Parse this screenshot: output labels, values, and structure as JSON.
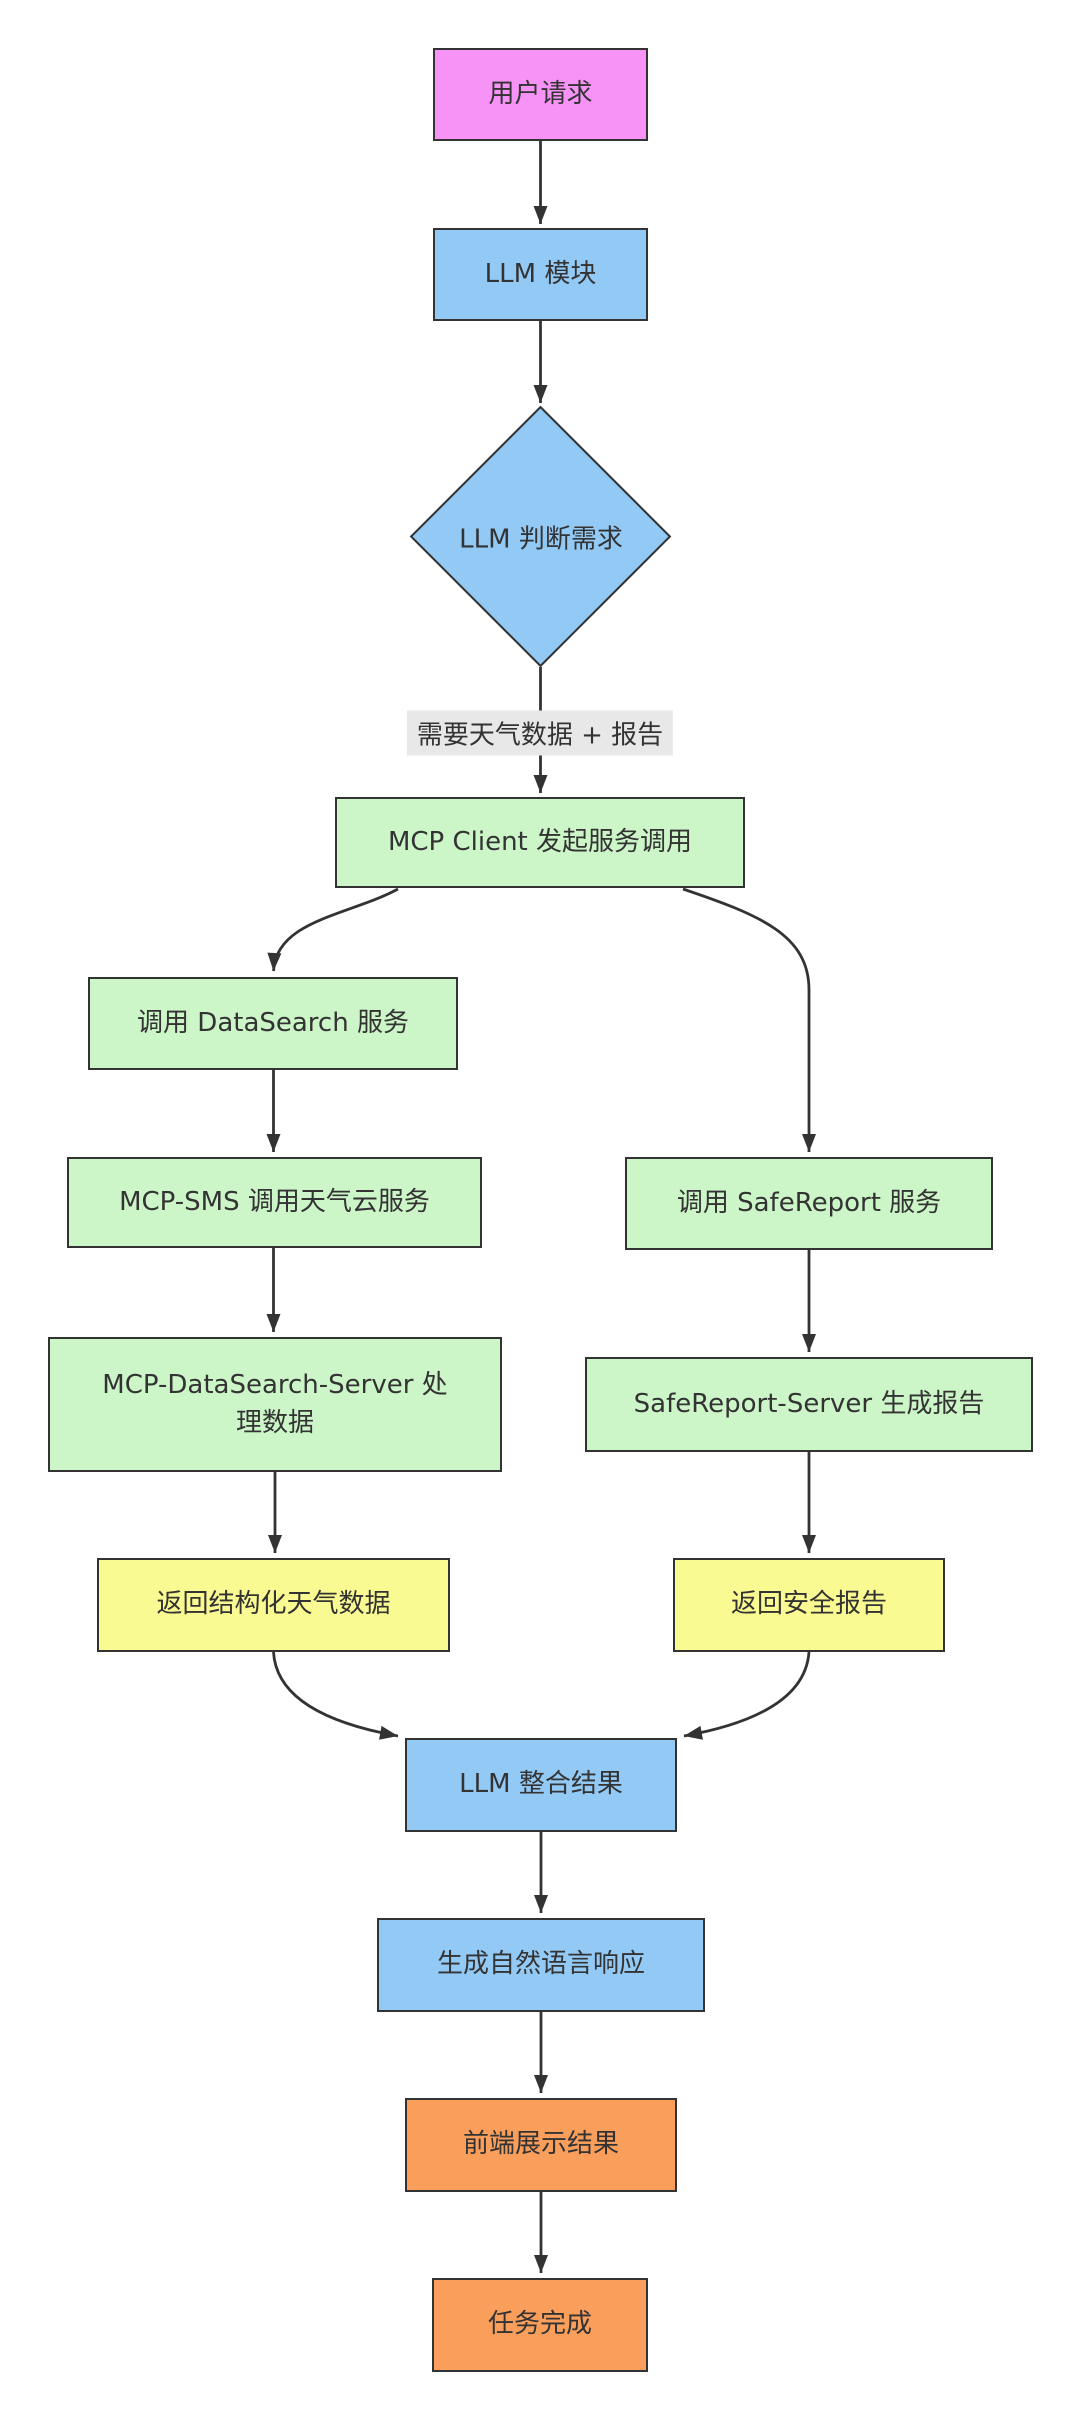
{
  "diagram": {
    "title": "MCP service-call flowchart",
    "colors": {
      "pink": "#f792f7",
      "blue": "#93c9f5",
      "green": "#ccf5c8",
      "yellow": "#fafa92",
      "orange": "#fa9e5c",
      "border": "#333333",
      "line": "#333333",
      "edge_label_bg": "#e8e8e8",
      "text": "#333333",
      "background": "#ffffff"
    },
    "nodes": {
      "user_request": {
        "label": "用户请求",
        "shape": "rect",
        "color": "pink"
      },
      "llm_module": {
        "label": "LLM 模块",
        "shape": "rect",
        "color": "blue"
      },
      "llm_decision": {
        "label": "LLM 判断需求",
        "shape": "diamond",
        "color": "blue"
      },
      "mcp_client": {
        "label": "MCP Client 发起服务调用",
        "shape": "rect",
        "color": "green"
      },
      "call_datasearch": {
        "label": "调用 DataSearch 服务",
        "shape": "rect",
        "color": "green"
      },
      "mcp_sms": {
        "label": "MCP-SMS 调用天气云服务",
        "shape": "rect",
        "color": "green"
      },
      "datasearch_server": {
        "label": "MCP-DataSearch-Server 处\n理数据",
        "shape": "rect",
        "color": "green"
      },
      "weather_data": {
        "label": "返回结构化天气数据",
        "shape": "rect",
        "color": "yellow"
      },
      "call_safereport": {
        "label": "调用 SafeReport 服务",
        "shape": "rect",
        "color": "green"
      },
      "safereport_server": {
        "label": "SafeReport-Server 生成报告",
        "shape": "rect",
        "color": "green"
      },
      "safe_report": {
        "label": "返回安全报告",
        "shape": "rect",
        "color": "yellow"
      },
      "llm_merge": {
        "label": "LLM 整合结果",
        "shape": "rect",
        "color": "blue"
      },
      "nl_response": {
        "label": "生成自然语言响应",
        "shape": "rect",
        "color": "blue"
      },
      "frontend_display": {
        "label": "前端展示结果",
        "shape": "rect",
        "color": "orange"
      },
      "task_done": {
        "label": "任务完成",
        "shape": "rect",
        "color": "orange"
      }
    },
    "edge_label": {
      "text": "需要天气数据 + 报告"
    },
    "edges": [
      {
        "from": "user_request",
        "to": "llm_module"
      },
      {
        "from": "llm_module",
        "to": "llm_decision"
      },
      {
        "from": "llm_decision",
        "to": "mcp_client",
        "label": "需要天气数据 + 报告"
      },
      {
        "from": "mcp_client",
        "to": "call_datasearch"
      },
      {
        "from": "mcp_client",
        "to": "call_safereport"
      },
      {
        "from": "call_datasearch",
        "to": "mcp_sms"
      },
      {
        "from": "mcp_sms",
        "to": "datasearch_server"
      },
      {
        "from": "datasearch_server",
        "to": "weather_data"
      },
      {
        "from": "call_safereport",
        "to": "safereport_server"
      },
      {
        "from": "safereport_server",
        "to": "safe_report"
      },
      {
        "from": "weather_data",
        "to": "llm_merge"
      },
      {
        "from": "safe_report",
        "to": "llm_merge"
      },
      {
        "from": "llm_merge",
        "to": "nl_response"
      },
      {
        "from": "nl_response",
        "to": "frontend_display"
      },
      {
        "from": "frontend_display",
        "to": "task_done"
      }
    ]
  }
}
